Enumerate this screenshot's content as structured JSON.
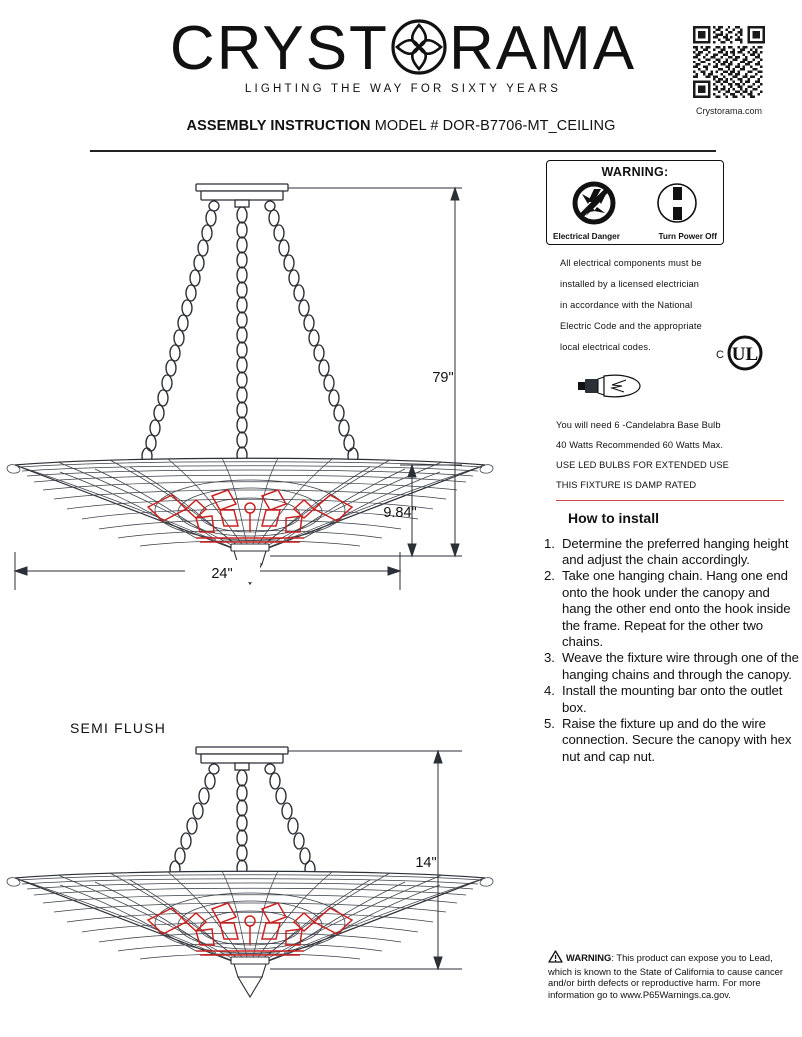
{
  "brand": {
    "name_part1": "CRYST",
    "name_part2": "RAMA",
    "medallion_icon": "quatrefoil-medallion-icon",
    "tagline": "LIGHTING THE WAY FOR SIXTY YEARS"
  },
  "qr": {
    "icon": "qr-code-icon",
    "caption": "Crystorama.com"
  },
  "title": {
    "bold": "ASSEMBLY INSTRUCTION",
    "rest": " MODEL # DOR-B7706-MT_CEILING"
  },
  "warning_box": {
    "heading": "WARNING:",
    "left_icon": "no-electrical-shock-icon",
    "right_icon": "power-switch-off-icon",
    "left_label": "Electrical Danger",
    "right_label": "Turn Power Off"
  },
  "electrical": {
    "lines": [
      "All electrical components must be",
      "installed by a licensed electrician",
      "in accordance with the National",
      "Electric Code and the appropriate",
      "local electrical codes."
    ],
    "cert_prefix": "C",
    "cert_mark": "UL",
    "cert_icon": "ul-listed-icon"
  },
  "bulb": {
    "icon": "candelabra-bulb-icon",
    "lines": [
      "You will need 6 -Candelabra Base Bulb",
      "40 Watts Recommended 60 Watts Max.",
      "USE LED BULBS FOR EXTENDED USE",
      "THIS FIXTURE IS DAMP RATED"
    ]
  },
  "install": {
    "heading": "How to install",
    "steps": [
      {
        "num": "1.",
        "text": "Determine the preferred hanging height and adjust the chain accordingly."
      },
      {
        "num": "2.",
        "text": "Take one hanging chain. Hang one end onto the hook under the canopy and hang the other end onto the hook inside the frame. Repeat for the other two chains."
      },
      {
        "num": "3.",
        "text": "Weave the fixture wire through one of the hanging chains and through the canopy."
      },
      {
        "num": "4.",
        "text": "Install the mounting bar onto the outlet box."
      },
      {
        "num": "5.",
        "text": "Raise the fixture up and do the wire connection. Secure the canopy with hex nut and cap nut."
      }
    ]
  },
  "prop65": {
    "icon": "warning-triangle-icon",
    "title": "WARNING",
    "text": ": This product can expose you to Lead, which is known to the State of California to cause cancer and/or birth defects or reproductive harm. For more information go to www.P65Warnings.ca.gov."
  },
  "drawings": {
    "chandelier": {
      "name": "chandelier-elevation-drawing",
      "overall_height": "79\"",
      "shade_height": "9.84\"",
      "width": "24\""
    },
    "semiflush": {
      "name": "semi-flush-elevation-drawing",
      "label": "SEMI  FLUSH",
      "height": "14\""
    }
  },
  "colors": {
    "ink": "#111111",
    "socket_red": "#cc2222",
    "shade_line": "#3a3f46"
  }
}
